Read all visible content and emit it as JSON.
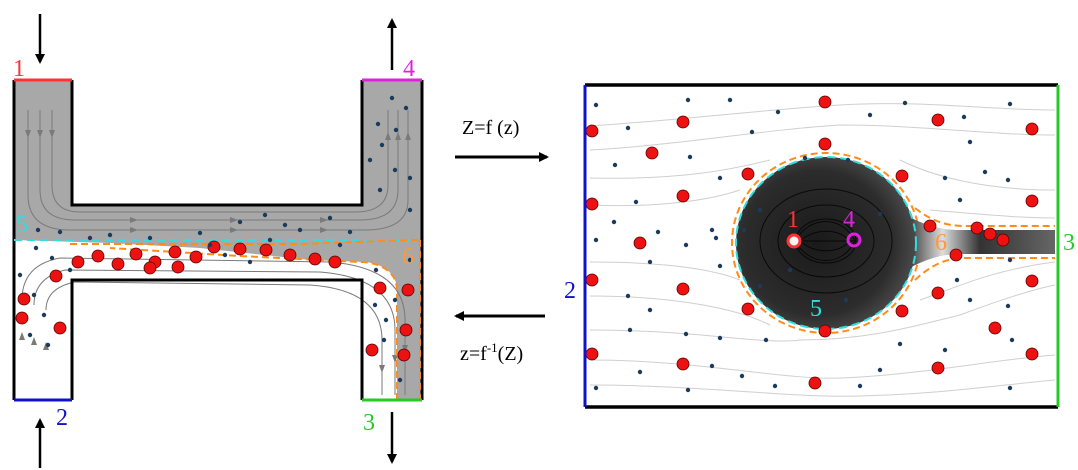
{
  "left_panel": {
    "port_labels": [
      {
        "id": "p1",
        "text": "1",
        "color": "#ff3333"
      },
      {
        "id": "p2",
        "text": "2",
        "color": "#1111cc"
      },
      {
        "id": "p3",
        "text": "3",
        "color": "#22cc22"
      },
      {
        "id": "p4",
        "text": "4",
        "color": "#dd22dd"
      },
      {
        "id": "p5",
        "text": "5",
        "color": "#33dddd"
      },
      {
        "id": "p6",
        "text": "6",
        "color": "#ff9933"
      }
    ]
  },
  "mapping": {
    "forward": {
      "base": "Z=f (z)"
    },
    "inverse": {
      "base": "z=f",
      "sup": "-1",
      "tail": "(Z)"
    }
  },
  "right_panel": {
    "port_labels": [
      {
        "id": "q1",
        "text": "1",
        "color": "#ff3333"
      },
      {
        "id": "q2",
        "text": "2",
        "color": "#1111cc"
      },
      {
        "id": "q3",
        "text": "3",
        "color": "#22cc22"
      },
      {
        "id": "q4",
        "text": "4",
        "color": "#dd22dd"
      },
      {
        "id": "q5",
        "text": "5",
        "color": "#33dddd"
      },
      {
        "id": "q6",
        "text": "6",
        "color": "#ff9933"
      }
    ]
  },
  "colors": {
    "fluid_shade": "#a8a8a8",
    "large_particle": "#ee1111",
    "small_particle": "#1a3a5e",
    "interface": "#ff8c1a"
  }
}
